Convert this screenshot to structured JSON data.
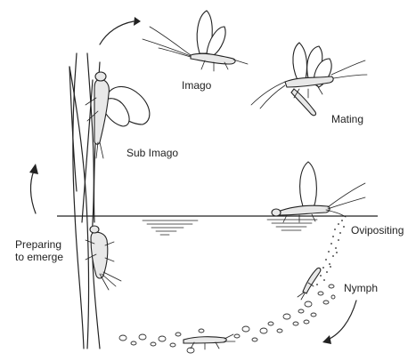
{
  "labels": {
    "imago": "Imago",
    "mating": "Mating",
    "sub_imago": "Sub Imago",
    "ovipositing": "Ovipositing",
    "preparing": "Preparing\nto emerge",
    "nymph": "Nymph"
  },
  "colors": {
    "ink": "#222222",
    "background": "#ffffff"
  }
}
